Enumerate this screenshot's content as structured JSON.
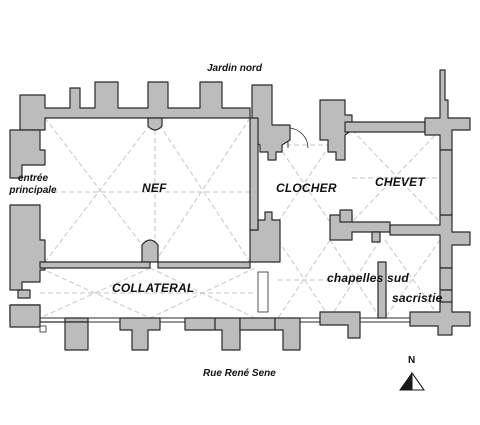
{
  "labels": {
    "north_garden": "Jardin nord",
    "entrance_line1": "entrée",
    "entrance_line2": "principale",
    "nave": "NEF",
    "bell_tower": "CLOCHER",
    "chevet": "CHEVET",
    "aisle": "COLLATERAL",
    "south_chapels": "chapelles sud",
    "sacristy": "sacristie",
    "street": "Rue René Sene",
    "north": "N"
  },
  "colors": {
    "wall_fill": "#bcbcbc",
    "wall_stroke": "#2a2a2a",
    "vault_ribs": "#cfcfcf",
    "text": "#111111"
  }
}
